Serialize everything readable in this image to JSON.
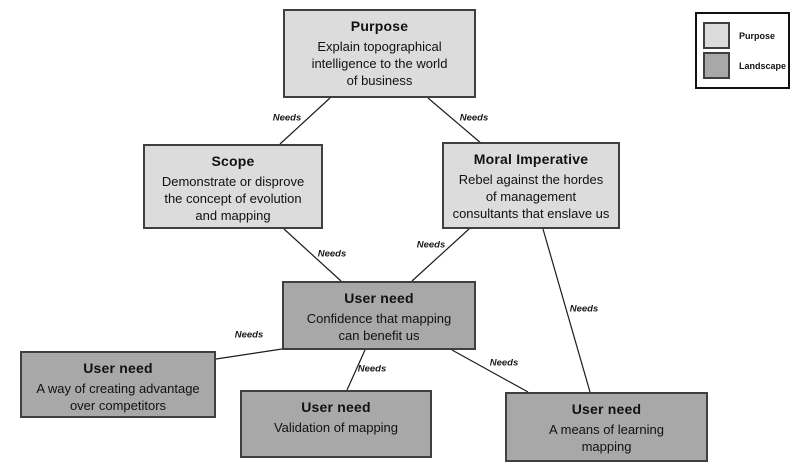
{
  "diagram": {
    "nodes": {
      "purpose": {
        "title": "Purpose",
        "body": "Explain topographical\nintelligence to the world\nof business",
        "type": "purpose"
      },
      "scope": {
        "title": "Scope",
        "body": "Demonstrate or disprove\nthe concept of evolution\nand mapping",
        "type": "purpose"
      },
      "moral": {
        "title": "Moral Imperative",
        "body": "Rebel against the hordes\nof management\nconsultants that enslave us",
        "type": "purpose"
      },
      "confidence": {
        "title": "User need",
        "body": "Confidence that mapping\ncan benefit us",
        "type": "landscape"
      },
      "advantage": {
        "title": "User need",
        "body": "A way of creating advantage\nover competitors",
        "type": "landscape"
      },
      "validation": {
        "title": "User need",
        "body": "Validation of mapping",
        "type": "landscape"
      },
      "learning": {
        "title": "User need",
        "body": "A means of learning\nmapping",
        "type": "landscape"
      }
    },
    "edges": [
      {
        "from": "purpose",
        "to": "scope",
        "label": "Needs"
      },
      {
        "from": "purpose",
        "to": "moral",
        "label": "Needs"
      },
      {
        "from": "scope",
        "to": "confidence",
        "label": "Needs"
      },
      {
        "from": "moral",
        "to": "confidence",
        "label": "Needs"
      },
      {
        "from": "moral",
        "to": "learning",
        "label": "Needs"
      },
      {
        "from": "confidence",
        "to": "advantage",
        "label": "Needs"
      },
      {
        "from": "confidence",
        "to": "validation",
        "label": "Needs"
      },
      {
        "from": "confidence",
        "to": "learning",
        "label": "Needs"
      }
    ]
  },
  "legend": {
    "items": [
      {
        "label": "Purpose",
        "color": "#dcdcdc"
      },
      {
        "label": "Landscape",
        "color": "#a8a8a8"
      }
    ]
  },
  "colors": {
    "background": "#ffffff",
    "purpose_fill": "#dcdcdc",
    "landscape_fill": "#a8a8a8",
    "box_border": "#3f3f3f",
    "connector": "#1c1c1c"
  }
}
